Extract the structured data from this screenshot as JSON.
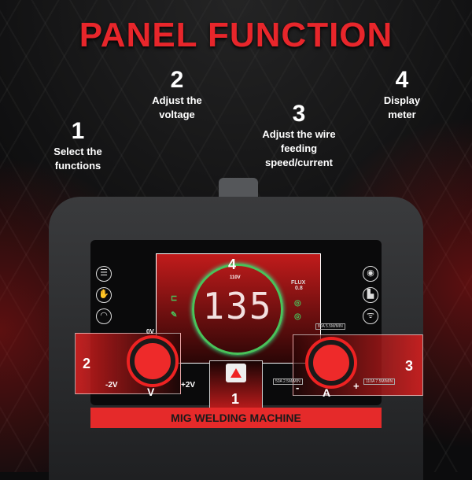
{
  "title": "PANEL FUNCTION",
  "callouts": [
    {
      "number": "1",
      "text": "Select the functions"
    },
    {
      "number": "2",
      "text": "Adjust the voltage"
    },
    {
      "number": "3",
      "text": "Adjust the wire feeding speed/current"
    },
    {
      "number": "4",
      "text": "Display meter"
    }
  ],
  "panel": {
    "display_value": "135",
    "voltage_label": "110V",
    "flux_label": "FLUX",
    "flux_value": "0.8",
    "voltage_knob": {
      "min": "-2V",
      "max": "+2V",
      "zero": "0V",
      "unit": "V"
    },
    "current_knob": {
      "min": "-",
      "max": "+",
      "unit": "A",
      "low": "50A 2.5M/MIN",
      "mid": "80A 5.5M/MIN",
      "high": "110A 7.5M/MIN"
    },
    "badges": [
      "1",
      "2",
      "3",
      "4"
    ],
    "banner": "MIG WELDING MACHINE"
  },
  "colors": {
    "accent": "#e8262b",
    "ring": "#49c25a"
  }
}
